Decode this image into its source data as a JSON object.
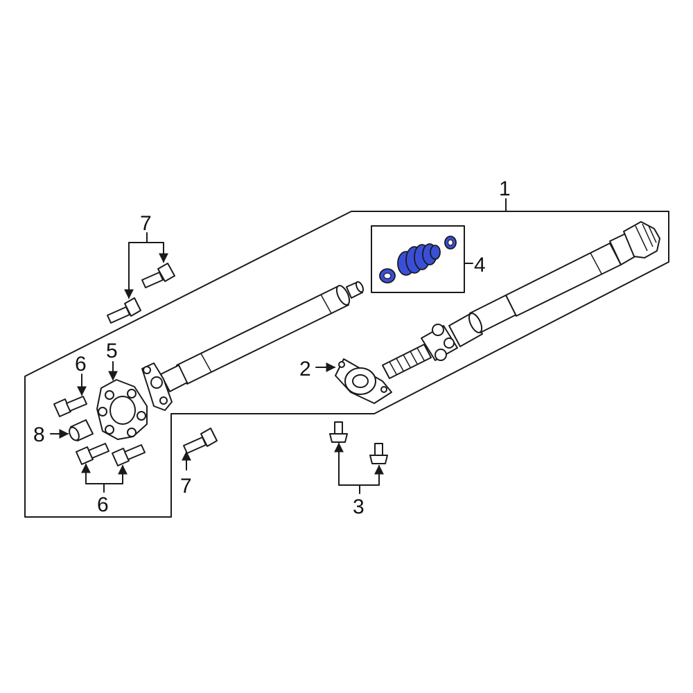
{
  "callouts": {
    "c1": "1",
    "c2": "2",
    "c3": "3",
    "c4": "4",
    "c5": "5",
    "c6a": "6",
    "c6b": "6",
    "c7a": "7",
    "c7b": "7",
    "c8": "8"
  },
  "highlight_color": "#3a4fd8",
  "icons": [
    "driveshaft-assembly",
    "center-support-bearing",
    "cv-joint-boot-kit",
    "flex-coupling",
    "bolt",
    "bushing"
  ]
}
